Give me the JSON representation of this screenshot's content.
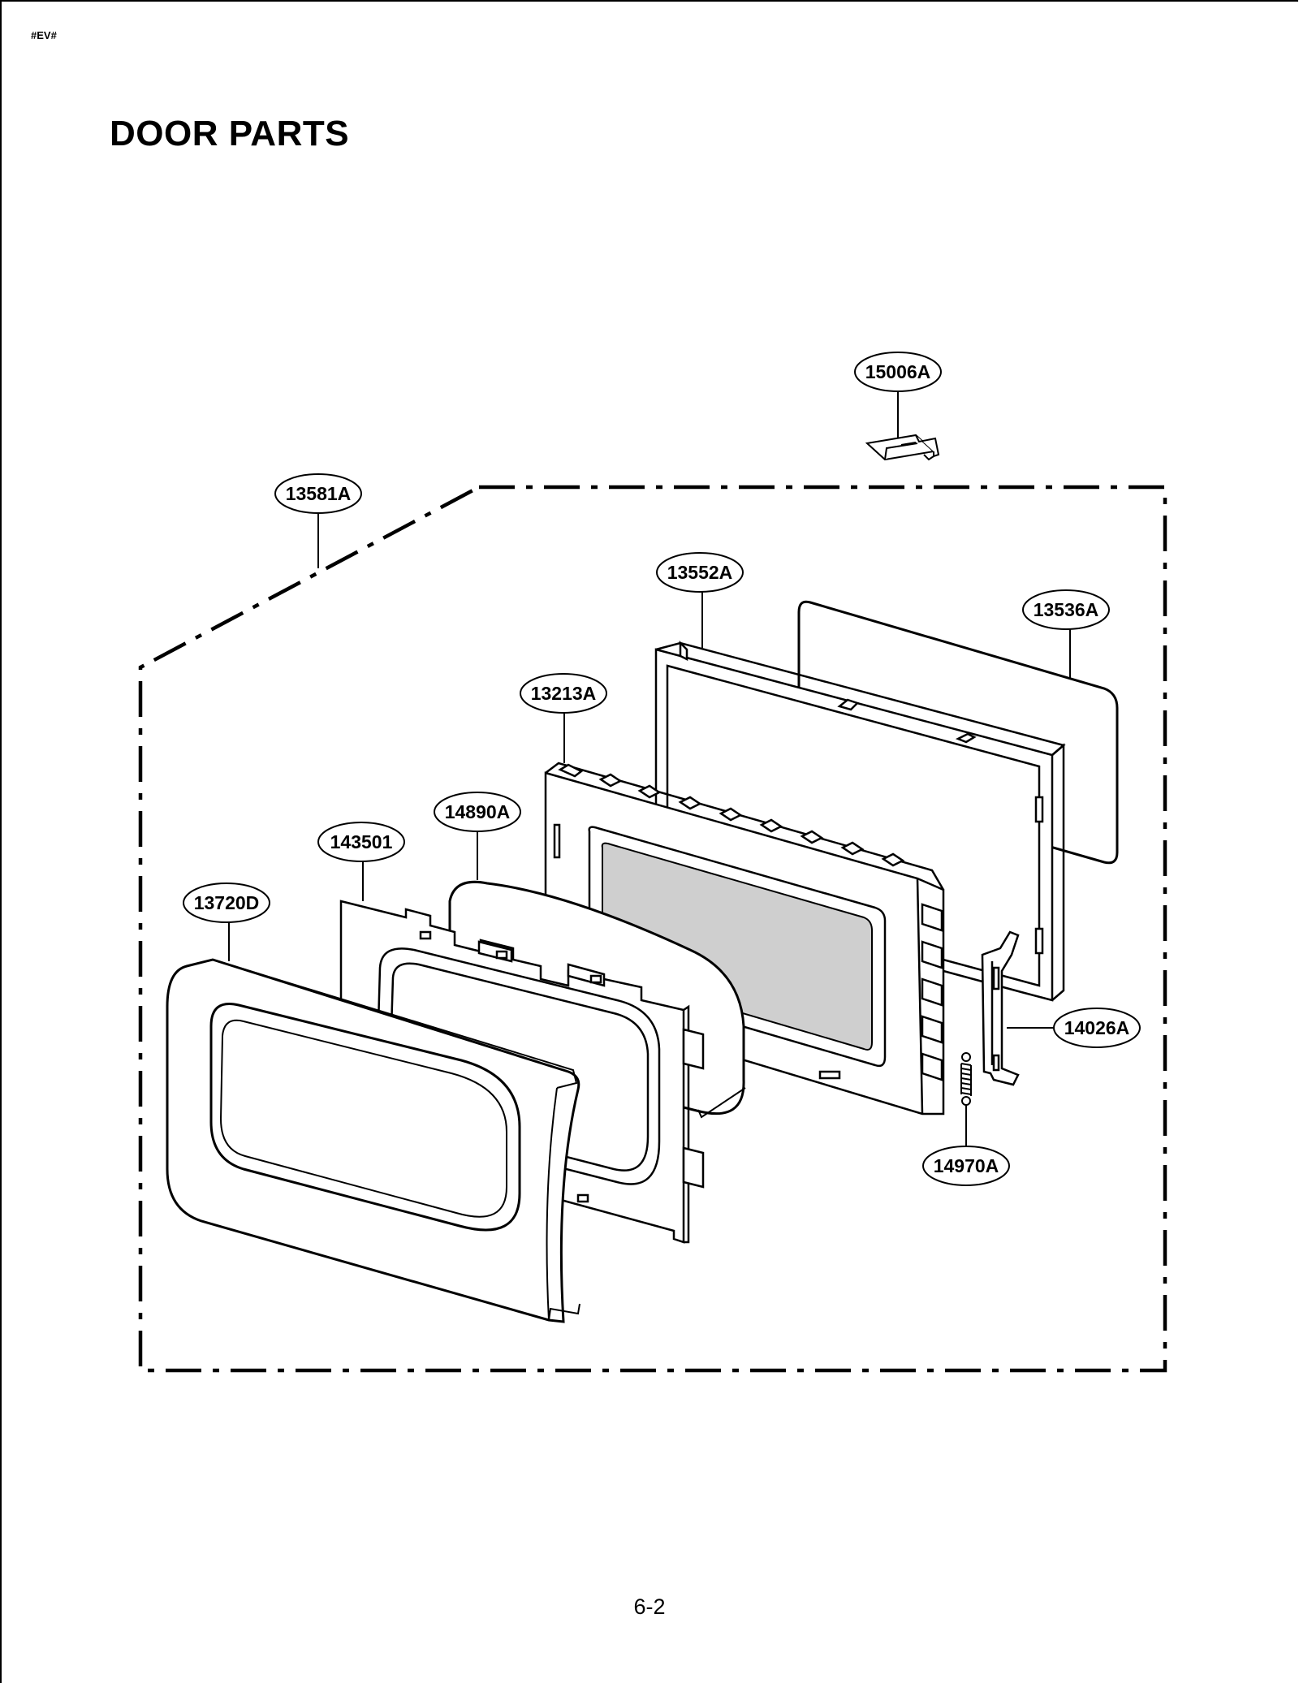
{
  "header": {
    "doc_code": "#EV#"
  },
  "title": "DOOR PARTS",
  "footer": {
    "page_number": "6-2"
  },
  "parts": [
    {
      "id": "latch-clip",
      "label": "15006A"
    },
    {
      "id": "door-assembly",
      "label": "13581A"
    },
    {
      "id": "choke-frame",
      "label": "13552A"
    },
    {
      "id": "door-screen",
      "label": "13536A"
    },
    {
      "id": "door-frame",
      "label": "13213A"
    },
    {
      "id": "door-glass",
      "label": "14890A"
    },
    {
      "id": "door-sheet",
      "label": "143501"
    },
    {
      "id": "door-front",
      "label": "13720D"
    },
    {
      "id": "door-hook",
      "label": "14026A"
    },
    {
      "id": "spring",
      "label": "14970A"
    }
  ]
}
